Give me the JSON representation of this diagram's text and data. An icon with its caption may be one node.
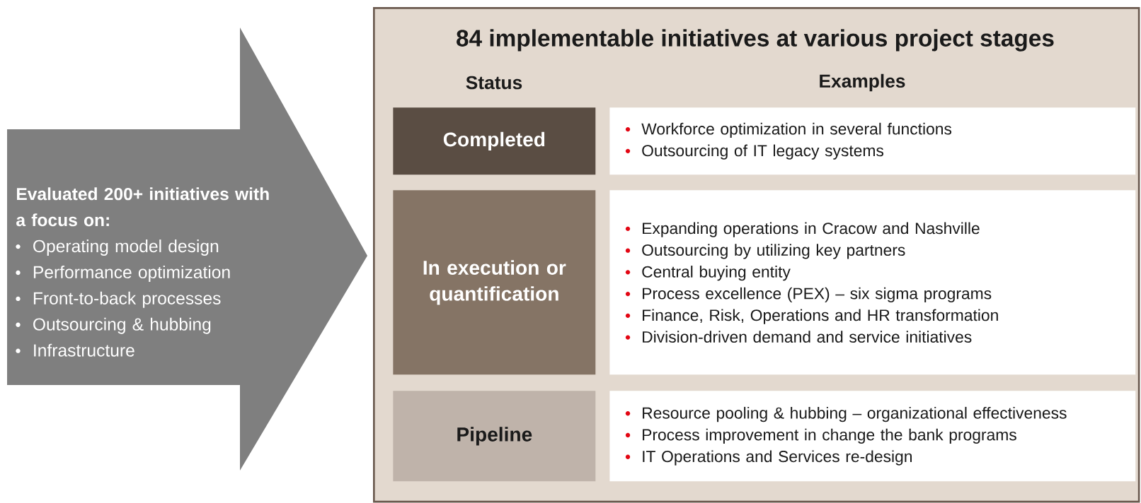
{
  "diagram": {
    "nodes": [
      {
        "text": [
          "Evaluated 200+ initiatives with a focus on:",
          "Operating model design",
          "Performance optimization",
          "Front-to-back processes",
          "Outsourcing & hubbing",
          "Infrastructure"
        ]
      },
      {
        "text": [
          "84 implementable initiatives at various project stages"
        ]
      },
      {
        "text": [
          "Completed"
        ],
        "in": 1
      },
      {
        "text": [
          "Workforce optimization in several functions",
          "Outsourcing of IT legacy systems"
        ],
        "in": 1
      },
      {
        "text": [
          "In execution or quantification"
        ],
        "in": 1
      },
      {
        "text": [
          "Expanding operations in Cracow and Nashville",
          "Outsourcing by utilizing key partners",
          "Central buying entity",
          "Process excellence (PEX) – six sigma programs",
          "Finance, Risk, Operations and HR transformation",
          "Division-driven demand and service initiatives"
        ],
        "in": 1
      },
      {
        "text": [
          "Pipeline"
        ],
        "in": 1
      },
      {
        "text": [
          "Resource pooling & hubbing – organizational effectiveness",
          "Process improvement in change the bank programs",
          "IT Operations and Services re-design"
        ],
        "in": 1
      }
    ],
    "labels": [
      "Status",
      "Examples"
    ]
  }
}
